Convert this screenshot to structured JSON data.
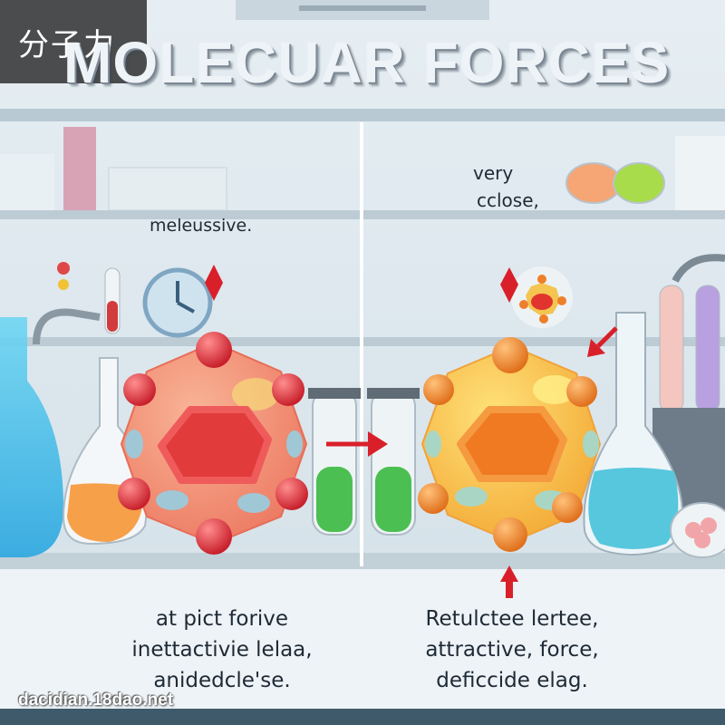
{
  "badge_text": "分子力",
  "title": "MOLECUAR FORCES",
  "left_panel": {
    "label": "meleussive.",
    "caption_lines": [
      "at pict forive",
      "inettactivie lelaa,",
      "anidedcle'se."
    ],
    "molecule_color": "#f08a6e",
    "nucleus_color": "#e23b3b"
  },
  "right_panel": {
    "label_lines": [
      "very",
      "cclose,"
    ],
    "caption_lines": [
      "Retulctee lertee,",
      "attractive, force,",
      "deficcide elag."
    ],
    "molecule_color": "#f6c23e",
    "nucleus_color": "#f07a22"
  },
  "arrow_color": "#d9202a",
  "watermark": "dacidian.18dao.net"
}
